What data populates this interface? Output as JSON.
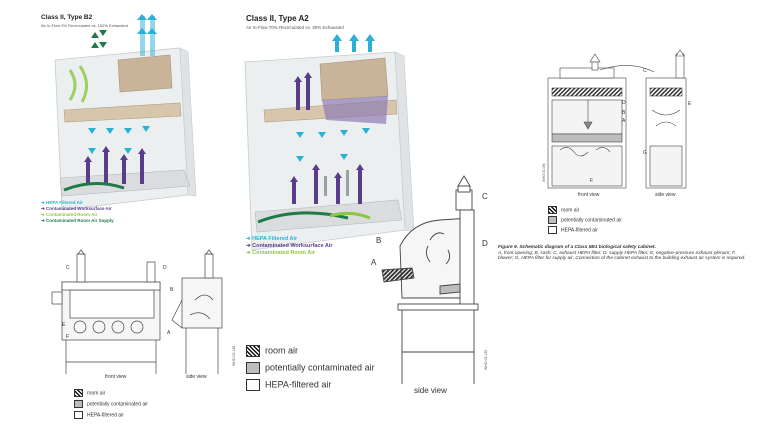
{
  "panel_b2": {
    "title": "Class II, Type B2",
    "subtitle": "Air In-Flow 0% Recirculated vs. 100% Exhausted",
    "legend": [
      {
        "label": "HEPA Filtered Air",
        "color": "#2bb0d6"
      },
      {
        "label": "Contaminated Worksurface Air",
        "color": "#5a3c8c"
      },
      {
        "label": "Contaminated Room Air",
        "color": "#8cc63f"
      },
      {
        "label": "Contaminated Room Air Supply",
        "color": "#1f7a4a"
      }
    ]
  },
  "panel_a2": {
    "title": "Class II, Type A2",
    "subtitle": "Air In-Flow 70% Recirculated vs. 30% Exhausted",
    "legend": [
      {
        "label": "HEPA Filtered Air",
        "color": "#2bb0d6"
      },
      {
        "label": "Contaminated Worksurface Air",
        "color": "#5a3c8c"
      },
      {
        "label": "Contaminated Room Air",
        "color": "#8cc63f"
      }
    ]
  },
  "drawing_bl": {
    "labels": {
      "a": "A",
      "b": "B",
      "c": "C",
      "d": "D",
      "e": "E",
      "f": "F"
    },
    "front_view": "front view",
    "side_view": "side view",
    "code": "WHO 02.138",
    "legend": [
      "room air",
      "potentially contaminated air",
      "HEPA-filtered air"
    ]
  },
  "drawing_center": {
    "labels": {
      "a": "A",
      "b": "B",
      "c": "C",
      "d": "D"
    },
    "side_view": "side view",
    "code": "WHO 02.135",
    "legend": [
      "room air",
      "potentially contaminated air",
      "HEPA-filtered air"
    ]
  },
  "drawing_right": {
    "labels": {
      "a": "A",
      "b": "B",
      "c": "C",
      "d": "D",
      "e": "E",
      "f": "F",
      "g": "G"
    },
    "front_view": "front view",
    "side_view": "side view",
    "code": "WHO 02.136",
    "legend": [
      "room air",
      "potentially contaminated air",
      "HEPA-filtered air"
    ],
    "caption_title": "Figure 9. Schematic diagram of a Class IIB1 biological safety cabinet.",
    "caption_body": "A, front opening; B, sash; C, exhaust HEPA filter; D, supply HEPA filter; E, negative-pressure exhaust plenum; F, blower; G, HEPA filter for supply air. Connection of the cabinet exhaust to the building exhaust air system is required."
  },
  "colors": {
    "hepa": "#2bb0d6",
    "work": "#5a3c8c",
    "room": "#8cc63f",
    "supply": "#1f7a4a",
    "filter": "#c9b49a"
  }
}
